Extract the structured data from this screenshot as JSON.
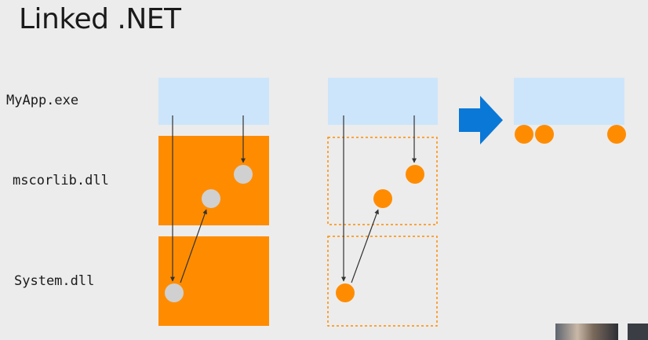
{
  "slide": {
    "title": "Linked .NET"
  },
  "rows": {
    "myapp": "MyApp.exe",
    "mscorlib": "mscorlib.dll",
    "system": "System.dll"
  },
  "colors": {
    "app_box": "#cce5fb",
    "assembly_box": "#ff8c00",
    "unused_dot": "#d0d0d0",
    "used_dot": "#ff8c00",
    "arrow": "#0a78d7"
  }
}
